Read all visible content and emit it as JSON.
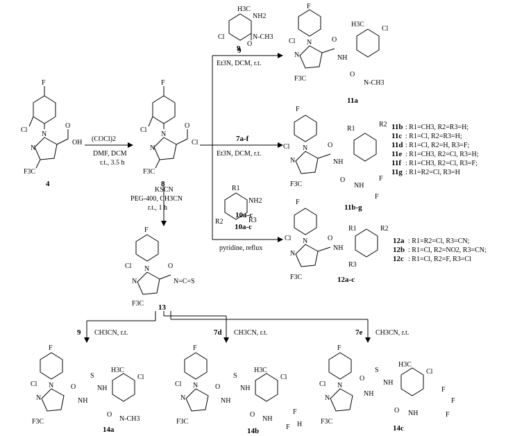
{
  "reagents": {
    "to_8": [
      "(COCl)2",
      "DMF, DCM",
      "r.t., 3.5 h"
    ],
    "to_13": [
      "KSCN",
      "PEG-400, CH3CN",
      "r.t., 1 h"
    ],
    "to_11a_label": "9",
    "to_11a": "Et3N, DCM, r.t.",
    "to_11bg_label": "7a-f",
    "to_11bg": "Et3N, DCM, r.t.",
    "to_12_label": "10a-c",
    "to_12": "pyridine, reflux",
    "to_14a_label": "9",
    "to_14a": "CH3CN, r.t.",
    "to_14b_label": "7d",
    "to_14b": "CH3CN, r.t.",
    "to_14c_label": "7e",
    "to_14c": "CH3CN, r.t."
  },
  "compounds": {
    "c4": "4",
    "c8": "8",
    "c9": "9",
    "c10": "10a-c",
    "c11a": "11a",
    "c11bg": "11b-g",
    "c12": "12a-c",
    "c13": "13",
    "c14a": "14a",
    "c14b": "14b",
    "c14c": "14c"
  },
  "legend_11": [
    {
      "id": "11b",
      "text": ": R1=CH3, R2=R3=H;"
    },
    {
      "id": "11c",
      "text": ": R1=Cl, R2=R3=H;"
    },
    {
      "id": "11d",
      "text": ": R1=Cl, R2=H, R3=F;"
    },
    {
      "id": "11e",
      "text": ": R1=CH3, R2=Cl, R3=H;"
    },
    {
      "id": "11f",
      "text": ": R1=CH3, R2=Cl, R3=F;"
    },
    {
      "id": "11g",
      "text": ": R1=R2=Cl, R3=H"
    }
  ],
  "legend_12": [
    {
      "id": "12a",
      "text": ": R1=R2=Cl, R3=CN;"
    },
    {
      "id": "12b",
      "text": ": R1=Cl, R2=NO2, R3=CN;"
    },
    {
      "id": "12c",
      "text": ": R1=Cl, R2=F, R3=Cl"
    }
  ],
  "atoms": {
    "F": "F",
    "Cl": "Cl",
    "N": "N",
    "O": "O",
    "S": "S",
    "H": "H",
    "CF3": "F3C",
    "CH3": "H3C",
    "OH": "OH",
    "NH": "NH",
    "NH2": "NH2",
    "NCS": "N=C=S",
    "NCH3": "N-CH3",
    "R1": "R1",
    "R2": "R2",
    "R3": "R3"
  }
}
